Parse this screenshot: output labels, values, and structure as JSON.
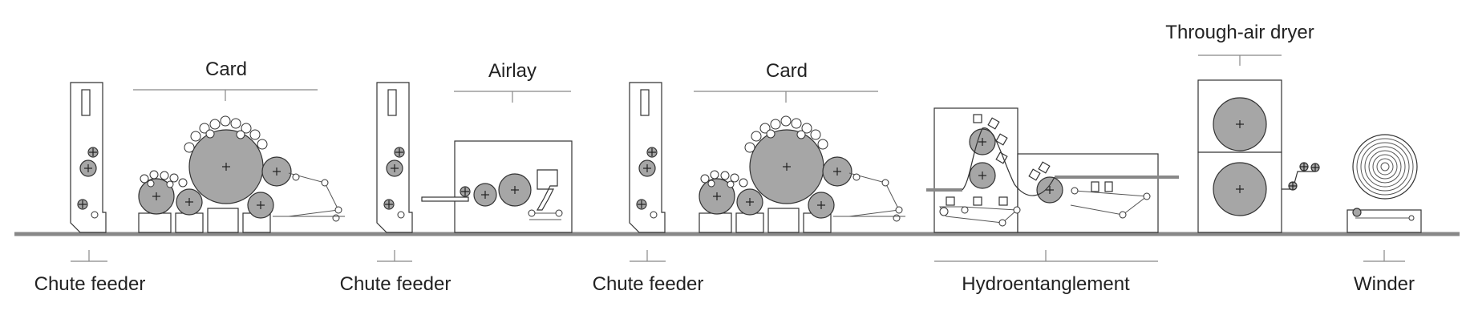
{
  "labels": {
    "chute_feeder_1": "Chute feeder",
    "card_1": "Card",
    "chute_feeder_2": "Chute feeder",
    "airlay": "Airlay",
    "chute_feeder_3": "Chute feeder",
    "card_2": "Card",
    "hydroentanglement": "Hydroentanglement",
    "through_air_dryer": "Through-air dryer",
    "winder": "Winder"
  },
  "colors": {
    "roll_fill": "#a6a6a6",
    "conveyor_floor": "#888888",
    "line": "#333333"
  }
}
